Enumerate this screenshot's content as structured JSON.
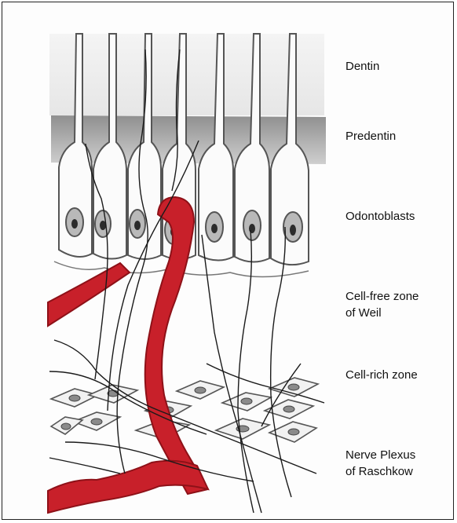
{
  "labels": {
    "dentin": "Dentin",
    "predentin": "Predentin",
    "odontoblasts": "Odontoblasts",
    "cell_free_zone": "Cell-free zone\nof Weil",
    "cell_rich_zone": "Cell-rich zone",
    "nerve_plexus": "Nerve Plexus\nof Raschkow"
  },
  "colors": {
    "vessel": "#c8202a",
    "vessel_dark": "#8e1118",
    "outline": "#555555",
    "predentin": "#9a9a9a",
    "nucleus": "#2c2c2c",
    "nerve": "#1a1a1a"
  }
}
